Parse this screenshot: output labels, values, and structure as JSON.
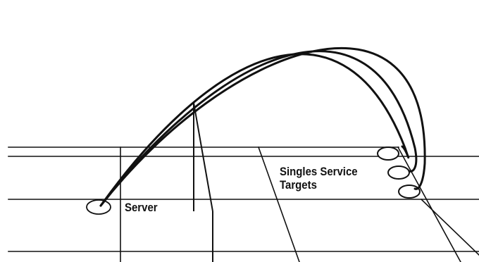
{
  "diagram": {
    "labels": {
      "server": "Server",
      "targets_line1": "Singles Service",
      "targets_line2": "Targets"
    },
    "colors": {
      "ink": "#111111",
      "background": "#ffffff"
    }
  }
}
